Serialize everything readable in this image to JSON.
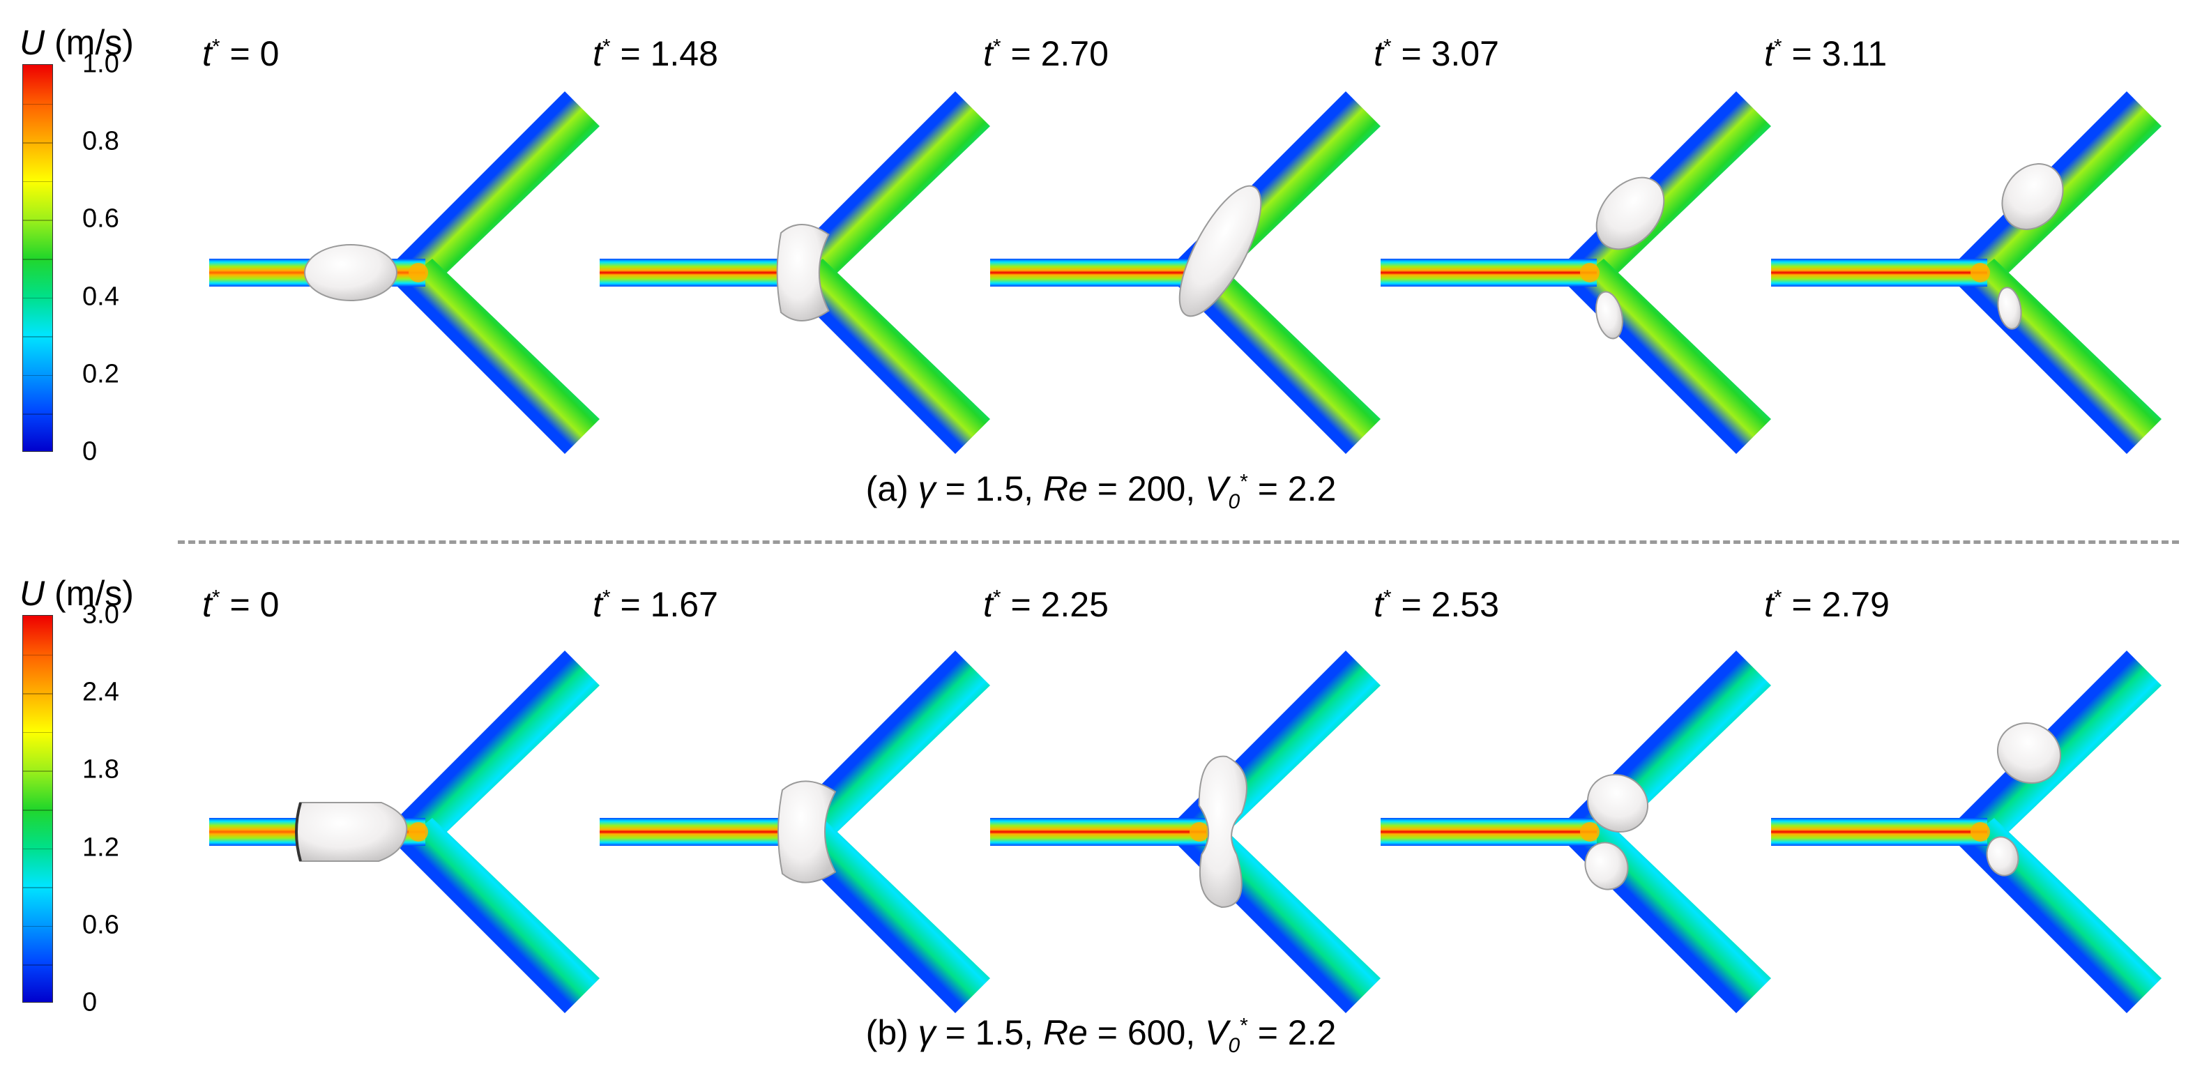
{
  "colors": {
    "jet": [
      "#0000cc",
      "#0044ff",
      "#0099ff",
      "#00e5ff",
      "#00e089",
      "#22d62a",
      "#9ef01a",
      "#ffff00",
      "#ffb000",
      "#ff6000",
      "#ee0000"
    ],
    "droplet": "#f1efef",
    "divider": "#9a9a9a"
  },
  "rows": [
    {
      "legend": {
        "title_symbol": "U",
        "title_unit": "(m/s)",
        "ticks": [
          "1.0",
          "0.8",
          "0.6",
          "0.4",
          "0.2",
          "0"
        ]
      },
      "panels": [
        {
          "t_symbol": "t",
          "t_star": "*",
          "t_rest": " = 0"
        },
        {
          "t_symbol": "t",
          "t_star": "*",
          "t_rest": " = 1.48"
        },
        {
          "t_symbol": "t",
          "t_star": "*",
          "t_rest": " = 2.70"
        },
        {
          "t_symbol": "t",
          "t_star": "*",
          "t_rest": " = 3.07"
        },
        {
          "t_symbol": "t",
          "t_star": "*",
          "t_rest": " = 3.11"
        }
      ],
      "caption": {
        "prefix": "(a) ",
        "gamma": "γ",
        "gamma_value": " = 1.5, ",
        "re": "Re",
        "re_value": " = 200, ",
        "v": "V",
        "v_sub": "0",
        "v_sup": "*",
        "v_value": " = 2.2"
      }
    },
    {
      "legend": {
        "title_symbol": "U",
        "title_unit": "(m/s)",
        "ticks": [
          "3.0",
          "2.4",
          "1.8",
          "1.2",
          "0.6",
          "0"
        ]
      },
      "panels": [
        {
          "t_symbol": "t",
          "t_star": "*",
          "t_rest": " = 0"
        },
        {
          "t_symbol": "t",
          "t_star": "*",
          "t_rest": " = 1.67"
        },
        {
          "t_symbol": "t",
          "t_star": "*",
          "t_rest": " = 2.25"
        },
        {
          "t_symbol": "t",
          "t_star": "*",
          "t_rest": " = 2.53"
        },
        {
          "t_symbol": "t",
          "t_star": "*",
          "t_rest": " = 2.79"
        }
      ],
      "caption": {
        "prefix": "(b) ",
        "gamma": "γ",
        "gamma_value": " = 1.5, ",
        "re": "Re",
        "re_value": " = 600, ",
        "v": "V",
        "v_sub": "0",
        "v_sup": "*",
        "v_value": " = 2.2"
      }
    }
  ]
}
